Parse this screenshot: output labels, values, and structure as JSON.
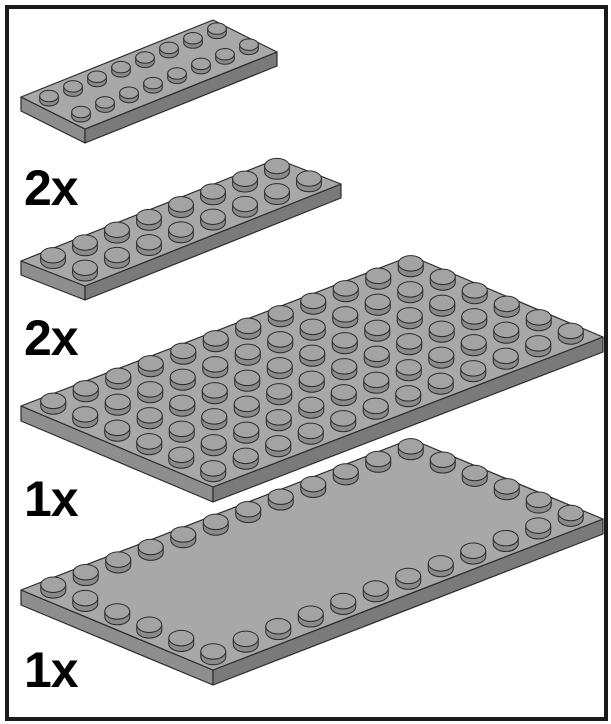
{
  "instruction": {
    "parts": [
      {
        "id": "plate-2x8",
        "quantity_label": "2x",
        "studs_across": 8,
        "studs_deep": 2,
        "stud_pattern": "full"
      },
      {
        "id": "plate-2x8-b",
        "quantity_label": "2x",
        "studs_across": 8,
        "studs_deep": 2,
        "stud_pattern": "full"
      },
      {
        "id": "plate-6x12",
        "quantity_label": "1x",
        "studs_across": 12,
        "studs_deep": 6,
        "stud_pattern": "full"
      },
      {
        "id": "plate-6x12-edge",
        "quantity_label": "1x",
        "studs_across": 12,
        "studs_deep": 6,
        "stud_pattern": "edges"
      }
    ]
  },
  "colors": {
    "plate_top": "#a8a8a8",
    "plate_front": "#8e8e8e",
    "plate_side": "#7a7a7a",
    "stud_top": "#a3a3a3",
    "stud_side": "#8a8a8a",
    "outline": "#2b2b2b"
  }
}
